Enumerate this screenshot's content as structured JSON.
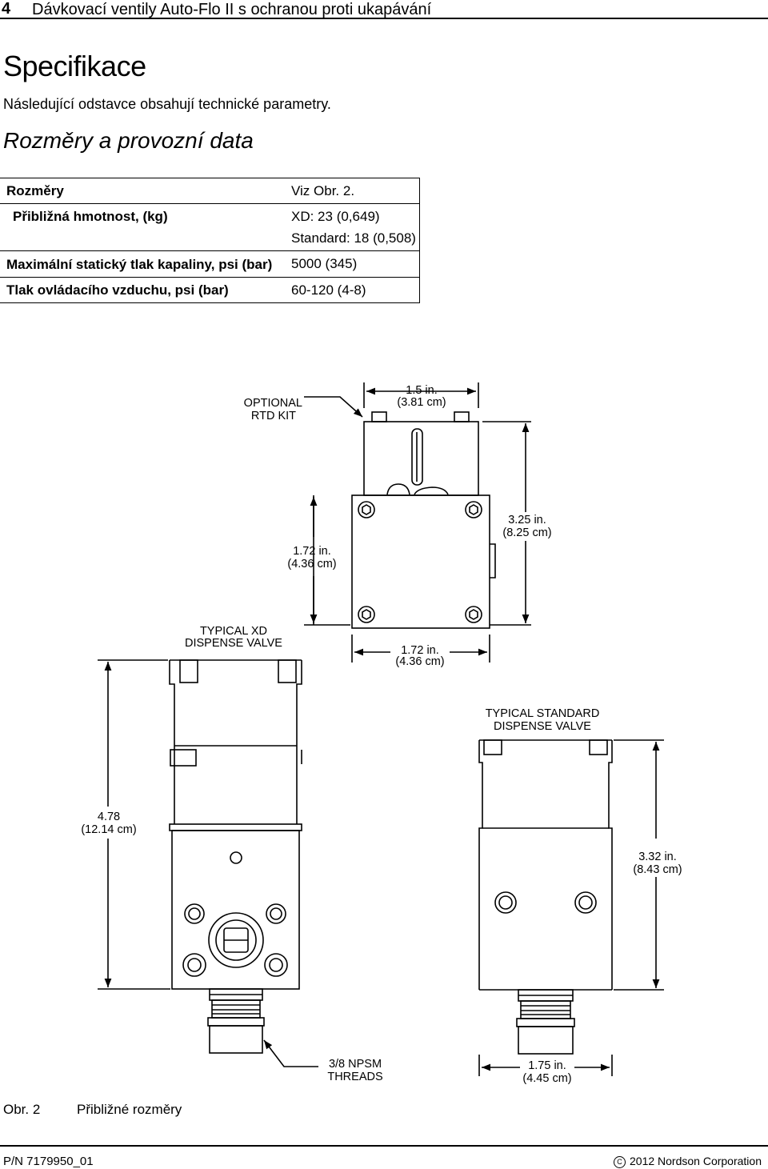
{
  "header": {
    "page_number": "4",
    "document_title": "Dávkovací ventily Auto-Flo II s ochranou proti ukapávání"
  },
  "section": {
    "title": "Specifikace",
    "intro": "Následující odstavce obsahují technické parametry.",
    "subtitle": "Rozměry a provozní data"
  },
  "spec_table": {
    "rows": [
      {
        "label": "Rozměry",
        "value": "Viz Obr. 2."
      },
      {
        "label": "Přibližná hmotnost, (kg)",
        "value": "XD: 23 (0,649)",
        "value2": "Standard: 18 (0,508)"
      },
      {
        "label": "Maximální statický tlak kapaliny, psi (bar)",
        "value": "5000 (345)"
      },
      {
        "label": "Tlak ovládacího vzduchu, psi (bar)",
        "value": "60-120 (4-8)"
      }
    ]
  },
  "figure": {
    "labels": {
      "rtd_kit_1": "OPTIONAL",
      "rtd_kit_2": "RTD KIT",
      "top_width_1": "1.5 in.",
      "top_width_2": "(3.81 cm)",
      "top_height_1": "3.25 in.",
      "top_height_2": "(8.25 cm)",
      "top_left_h_1": "1.72 in.",
      "top_left_h_2": "(4.36 cm)",
      "xd_title_1": "TYPICAL XD",
      "xd_title_2": "DISPENSE VALVE",
      "xd_width_1": "1.72 in.",
      "xd_width_2": "(4.36 cm)",
      "xd_height_1": "4.78",
      "xd_height_2": "(12.14 cm)",
      "std_title_1": "TYPICAL STANDARD",
      "std_title_2": "DISPENSE VALVE",
      "std_height_1": "3.32 in.",
      "std_height_2": "(8.43 cm)",
      "threads_1": "3/8 NPSM",
      "threads_2": "THREADS",
      "std_width_1": "1.75 in.",
      "std_width_2": "(4.45 cm)"
    },
    "figure_label": "Obr. 2",
    "caption": "Přibližné rozměry"
  },
  "footer": {
    "part_number": "P/N 7179950_01",
    "copyright": "2012 Nordson Corporation",
    "copyright_symbol": "C"
  }
}
